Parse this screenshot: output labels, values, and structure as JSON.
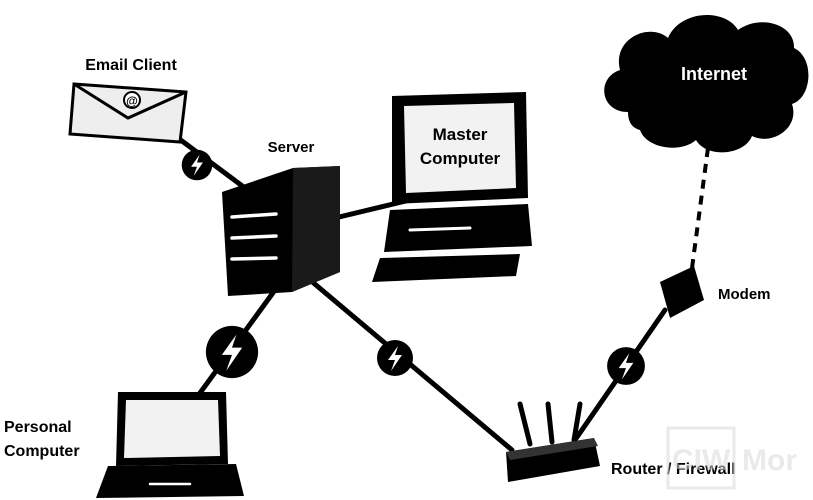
{
  "nodes": {
    "email_client": {
      "label": "Email Client",
      "icon": "envelope-icon",
      "glyph": "@"
    },
    "server": {
      "label": "Server",
      "icon": "server-tower-icon"
    },
    "master_computer": {
      "label_line1": "Master",
      "label_line2": "Computer",
      "icon": "desktop-computer-icon"
    },
    "internet": {
      "label": "Internet",
      "icon": "cloud-icon"
    },
    "modem": {
      "label": "Modem",
      "icon": "modem-icon"
    },
    "personal_computer": {
      "label_line1": "Personal",
      "label_line2": "Computer",
      "icon": "laptop-icon"
    },
    "router_firewall": {
      "label": "Router / Firewall",
      "icon": "router-icon"
    }
  },
  "watermark": {
    "mark": "CIW",
    "text": "Mor"
  },
  "colors": {
    "ink": "#000000",
    "screen": "#f2f2f2",
    "paper": "#ffffff",
    "watermark": "#d9d9d9"
  }
}
